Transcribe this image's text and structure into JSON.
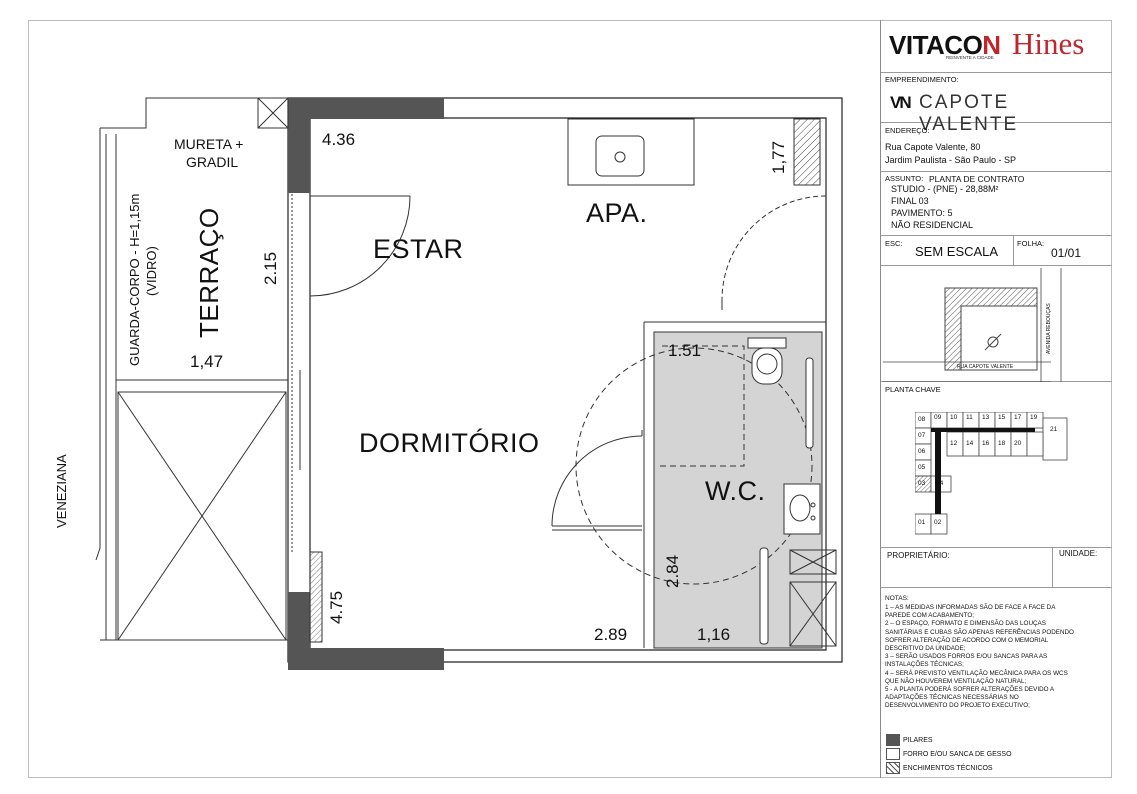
{
  "plan": {
    "rooms": {
      "estar": "ESTAR",
      "apa": "APA.",
      "dormitorio": "DORMITÓRIO",
      "wc": "W.C.",
      "terraco": "TERRAÇO"
    },
    "labels": {
      "mureta": "MURETA +",
      "gradil": "GRADIL",
      "guarda_corpo": "GUARDA-CORPO - H=1,15m",
      "vidro": "(VIDRO)",
      "veneziana": "VENEZIANA"
    },
    "dimensions": {
      "d436": "4.36",
      "d177": "1,77",
      "d215": "2.15",
      "d147": "1,47",
      "d151": "1.51",
      "d284": "2.84",
      "d289": "2.89",
      "d116": "1,16",
      "d475": "4.75"
    }
  },
  "title_block": {
    "logo_vitacon_a": "VITACO",
    "logo_vitacon_b": "N",
    "logo_tagline": "REINVENTE A CIDADE",
    "logo_hines": "Hines",
    "empreendimento_label": "EMPREENDIMENTO:",
    "project_mark": "VN",
    "project_name": "CAPOTE VALENTE",
    "endereco_label": "ENDEREÇO:",
    "endereco_line1": "Rua Capote Valente, 80",
    "endereco_line2": "Jardim Paulista - São Paulo - SP",
    "assunto_label": "ASSUNTO:",
    "assunto_title": "PLANTA DE CONTRATO",
    "assunto_lines": [
      "STUDIO - (PNE) - 28,88M²",
      "FINAL 03",
      "PAVIMENTO: 5",
      "NÃO RESIDENCIAL"
    ],
    "esc_label": "ESC:",
    "esc_value": "SEM ESCALA",
    "folha_label": "FOLHA:",
    "folha_value": "01/01",
    "map_street": "RUA CAPOTE VALENTE",
    "map_avenue": "AVENIDA REBOUÇAS",
    "planta_chave_label": "PLANTA CHAVE",
    "key_units": [
      "08",
      "09",
      "10",
      "11",
      "13",
      "15",
      "17",
      "19",
      "07",
      "12",
      "14",
      "16",
      "18",
      "20",
      "06",
      "05",
      "03",
      "04",
      "01",
      "02",
      "21"
    ],
    "proprietario_label": "PROPRIETÁRIO:",
    "unidade_label": "UNIDADE:",
    "notas_label": "NOTAS:",
    "notas": [
      "1 – AS MEDIDAS INFORMADAS SÃO DE FACE A FACE DA",
      "PAREDE COM ACABAMENTO;",
      "2 – O ESPAÇO, FORMATO E DIMENSÃO DAS LOUÇAS",
      "SANITÁRIAS E CUBAS SÃO APENAS REFERÊNCIAS PODENDO",
      "SOFRER ALTERAÇÃO DE ACORDO COM O MEMORIAL",
      "DESCRITIVO DA UNIDADE;",
      "3 – SERÃO USADOS FORROS E/OU SANCAS PARA AS",
      "INSTALAÇÕES TÉCNICAS;",
      "4 – SERÁ PREVISTO VENTILAÇÃO MECÂNICA PARA OS WCS",
      "QUE NÃO HOUVEREM VENTILAÇÃO NATURAL;",
      "5 - A PLANTA PODERÁ SOFRER ALTERAÇÕES DEVIDO A",
      "ADAPTAÇÕES TÉCNICAS NECESSÁRIAS NO",
      "DESENVOLVIMENTO DO PROJETO EXECUTIVO;"
    ],
    "legend": {
      "pilares": "PILARES",
      "forro": "FORRO E/OU SANCA DE GESSO",
      "enchimentos": "ENCHIMENTOS TÉCNICOS"
    },
    "colors": {
      "vitacon_red": "#c0272d",
      "pilar": "#555555"
    }
  }
}
